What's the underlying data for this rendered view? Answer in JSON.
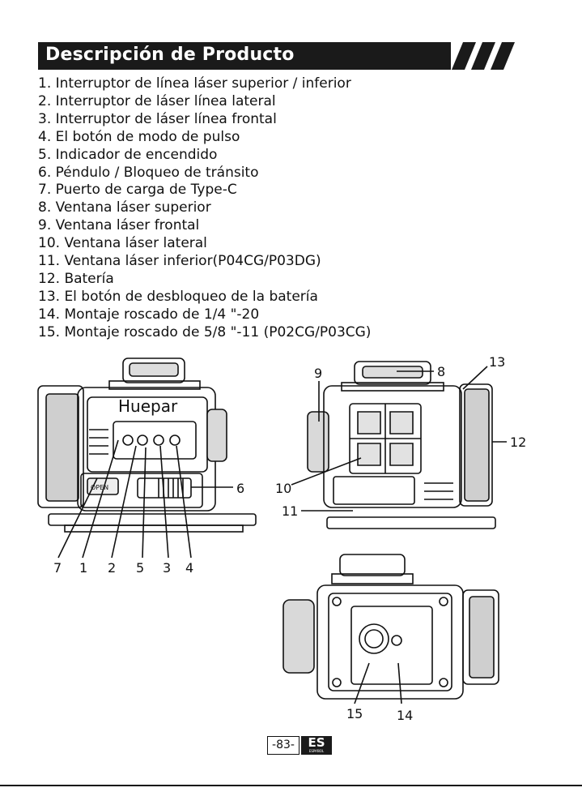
{
  "header": {
    "title": "Descripción de Producto"
  },
  "parts": [
    "1. Interruptor de línea láser superior / inferior",
    "2. Interruptor de láser línea lateral",
    "3. Interruptor de láser línea frontal",
    "4. El botón de modo de pulso",
    "5. Indicador de encendido",
    "6. Péndulo / Bloqueo de tránsito",
    "7. Puerto de carga de Type-C",
    "8. Ventana láser superior",
    "9. Ventana láser frontal",
    "10. Ventana láser lateral",
    "11. Ventana láser inferior(P04CG/P03DG)",
    "12. Batería",
    "13. El botón de desbloqueo de la batería",
    "14. Montaje roscado de 1/4 \"-20",
    "15. Montaje roscado de 5/8 \"-11 (P02CG/P03CG)"
  ],
  "diagram": {
    "brand": "Huepar",
    "open_label": "OPEN",
    "callouts": [
      "7",
      "1",
      "2",
      "5",
      "3",
      "4",
      "6",
      "9",
      "8",
      "13",
      "12",
      "10",
      "11",
      "15",
      "14"
    ]
  },
  "footer": {
    "page": "-83-",
    "lang_code": "ES",
    "lang_name": "ESPAÑOL"
  }
}
